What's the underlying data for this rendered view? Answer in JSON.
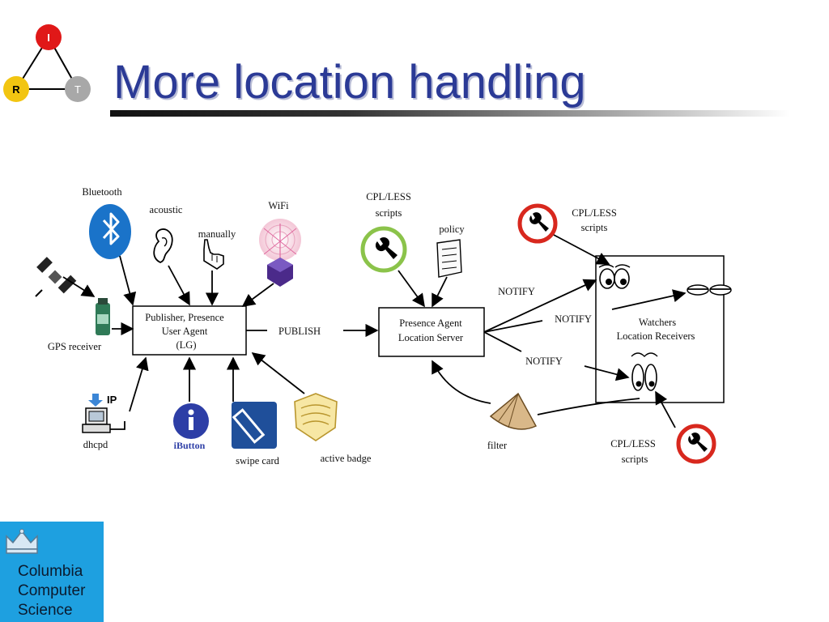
{
  "title": "More location handling",
  "irt_logo": {
    "top": "I",
    "left": "R",
    "right": "T",
    "colors": {
      "top": "#e01818",
      "left": "#f2c511",
      "right": "#a8a8a8"
    }
  },
  "sources": {
    "bluetooth": "Bluetooth",
    "acoustic": "acoustic",
    "manually": "manually",
    "wifi": "WiFi",
    "gps": "GPS receiver",
    "dhcpd": "dhcpd",
    "ip_tag": "IP",
    "ibutton": "iButton",
    "swipe": "swipe card",
    "badge": "active badge"
  },
  "publisher": {
    "line1": "Publisher, Presence",
    "line2": "User Agent",
    "line3": "(LG)"
  },
  "publish_label": "PUBLISH",
  "server": {
    "line1": "Presence Agent",
    "line2": "Location Server",
    "scripts_line1": "CPL/LESS",
    "scripts_line2": "scripts",
    "policy": "policy"
  },
  "notify": [
    "NOTIFY",
    "NOTIFY",
    "NOTIFY"
  ],
  "watchers": {
    "line1": "Watchers",
    "line2": "Location Receivers",
    "scripts_top_line1": "CPL/LESS",
    "scripts_top_line2": "scripts",
    "scripts_bottom_line1": "CPL/LESS",
    "scripts_bottom_line2": "scripts"
  },
  "filter": "filter",
  "columbia": {
    "line1": "Columbia",
    "line2": "Computer",
    "line3": "Science"
  }
}
